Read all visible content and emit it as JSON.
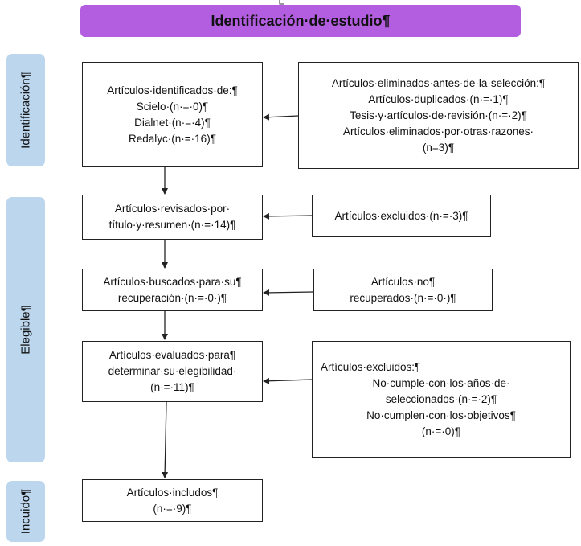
{
  "header": {
    "title": "Identificación·de·estudio¶"
  },
  "phases": {
    "identificacion": "Identificación¶",
    "elegible": "Elegible¶",
    "incluido": "Incuido¶"
  },
  "boxes": {
    "identified": [
      "Artículos·identificados·de:¶",
      "Scielo·(n·=·0)¶",
      "Dialnet·(n·=·4)¶",
      "Redalyc·(n·=·16)¶"
    ],
    "removed": [
      "Artículos·eliminados·antes·de·la·selección:¶",
      "Artículos·duplicados·(n·=·1)¶",
      "Tesis·y·artículos·de·revisión·(n·=·2)¶",
      "Artículos·eliminados·por·otras·razones·",
      "(n=3)¶"
    ],
    "reviewed": [
      "Artículos·revisados·por·",
      "título·y·resumen·(n·=·14)¶"
    ],
    "excluded1": [
      "Artículos·excluidos·(n·=·3)¶"
    ],
    "sought": [
      "Artículos·buscados·para·su¶",
      "recuperación·(n·=·0·)¶"
    ],
    "not_retrieved": [
      "Artículos·no¶",
      "recuperados·(n·=·0·)¶"
    ],
    "assessed": [
      "Artículos·evaluados·para¶",
      "determinar·su·elegibilidad·",
      "(n·=·11)¶"
    ],
    "excluded2": [
      "Artículos·excluidos:¶",
      "No·cumple·con·los·años·de·",
      "seleccionados·(n·=·2)¶",
      "No·cumplen·con·los·objetivos¶",
      "(n·=·0)¶"
    ],
    "included": [
      "Artículos·includos¶",
      "(n·=·9)¶"
    ]
  },
  "colors": {
    "header": "#b35de0",
    "phase": "#bcd6ee",
    "line": "#222222"
  }
}
